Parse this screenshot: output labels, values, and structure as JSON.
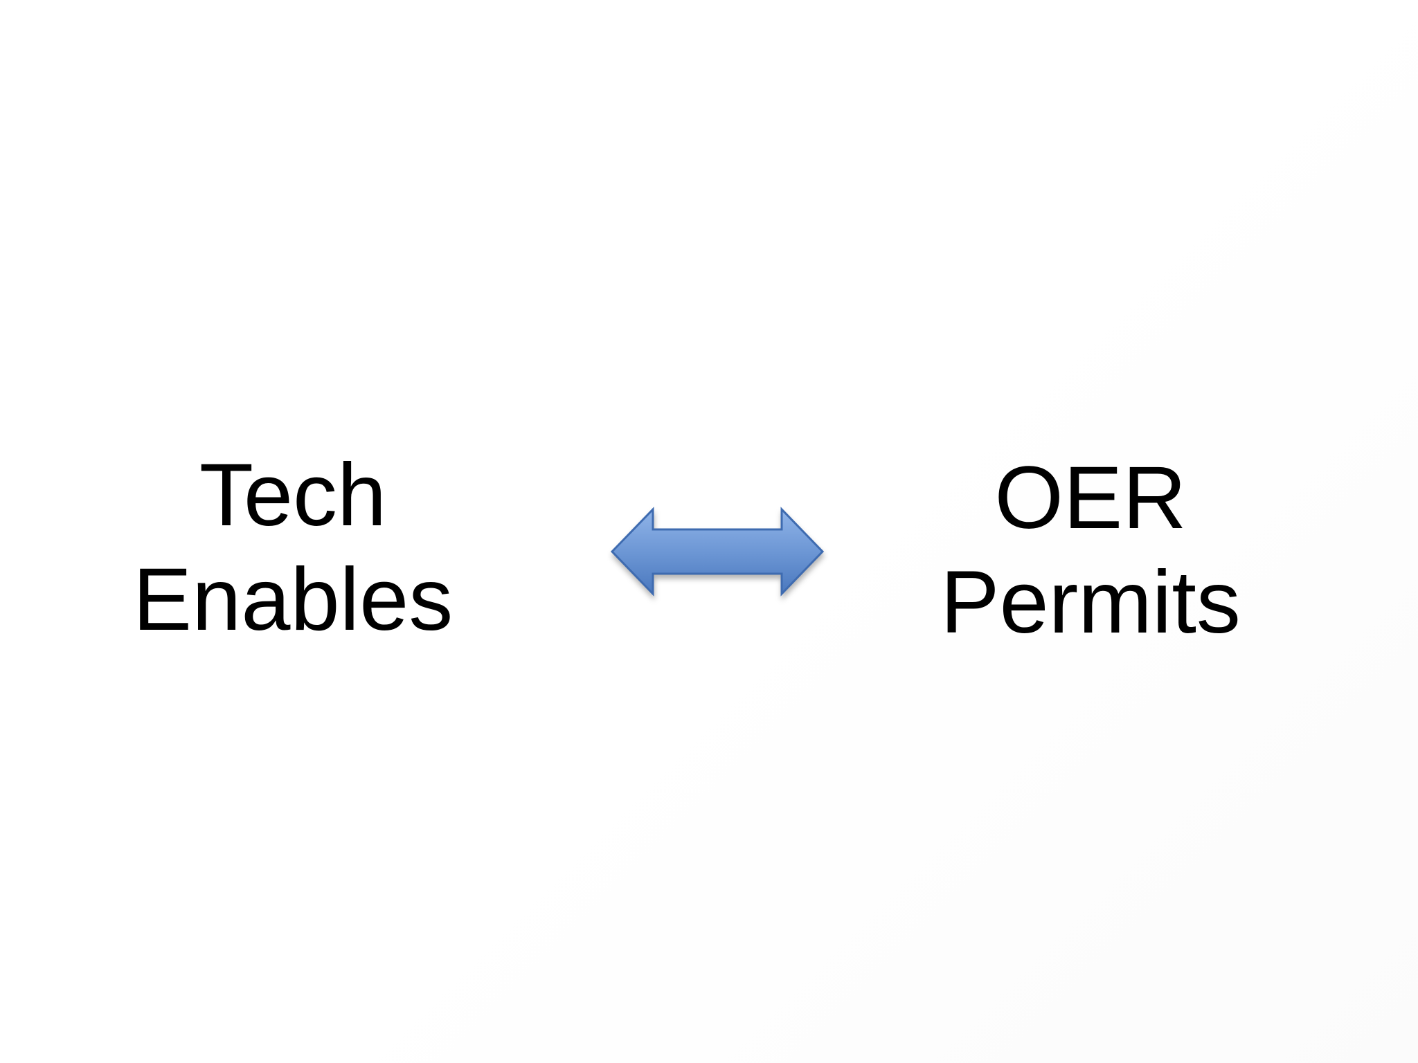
{
  "slide": {
    "background_color": "#ffffff",
    "text_color": "#000000",
    "left_concept": {
      "line1": "Tech",
      "line2": "Enables"
    },
    "right_concept": {
      "line1": "OER",
      "line2": "Permits"
    },
    "arrow": {
      "type": "double-headed-horizontal-arrow",
      "fill_top": "#90B4E8",
      "fill_mid": "#6D97D5",
      "fill_bottom": "#4A78BE",
      "stroke": "#3E6BB0"
    }
  }
}
